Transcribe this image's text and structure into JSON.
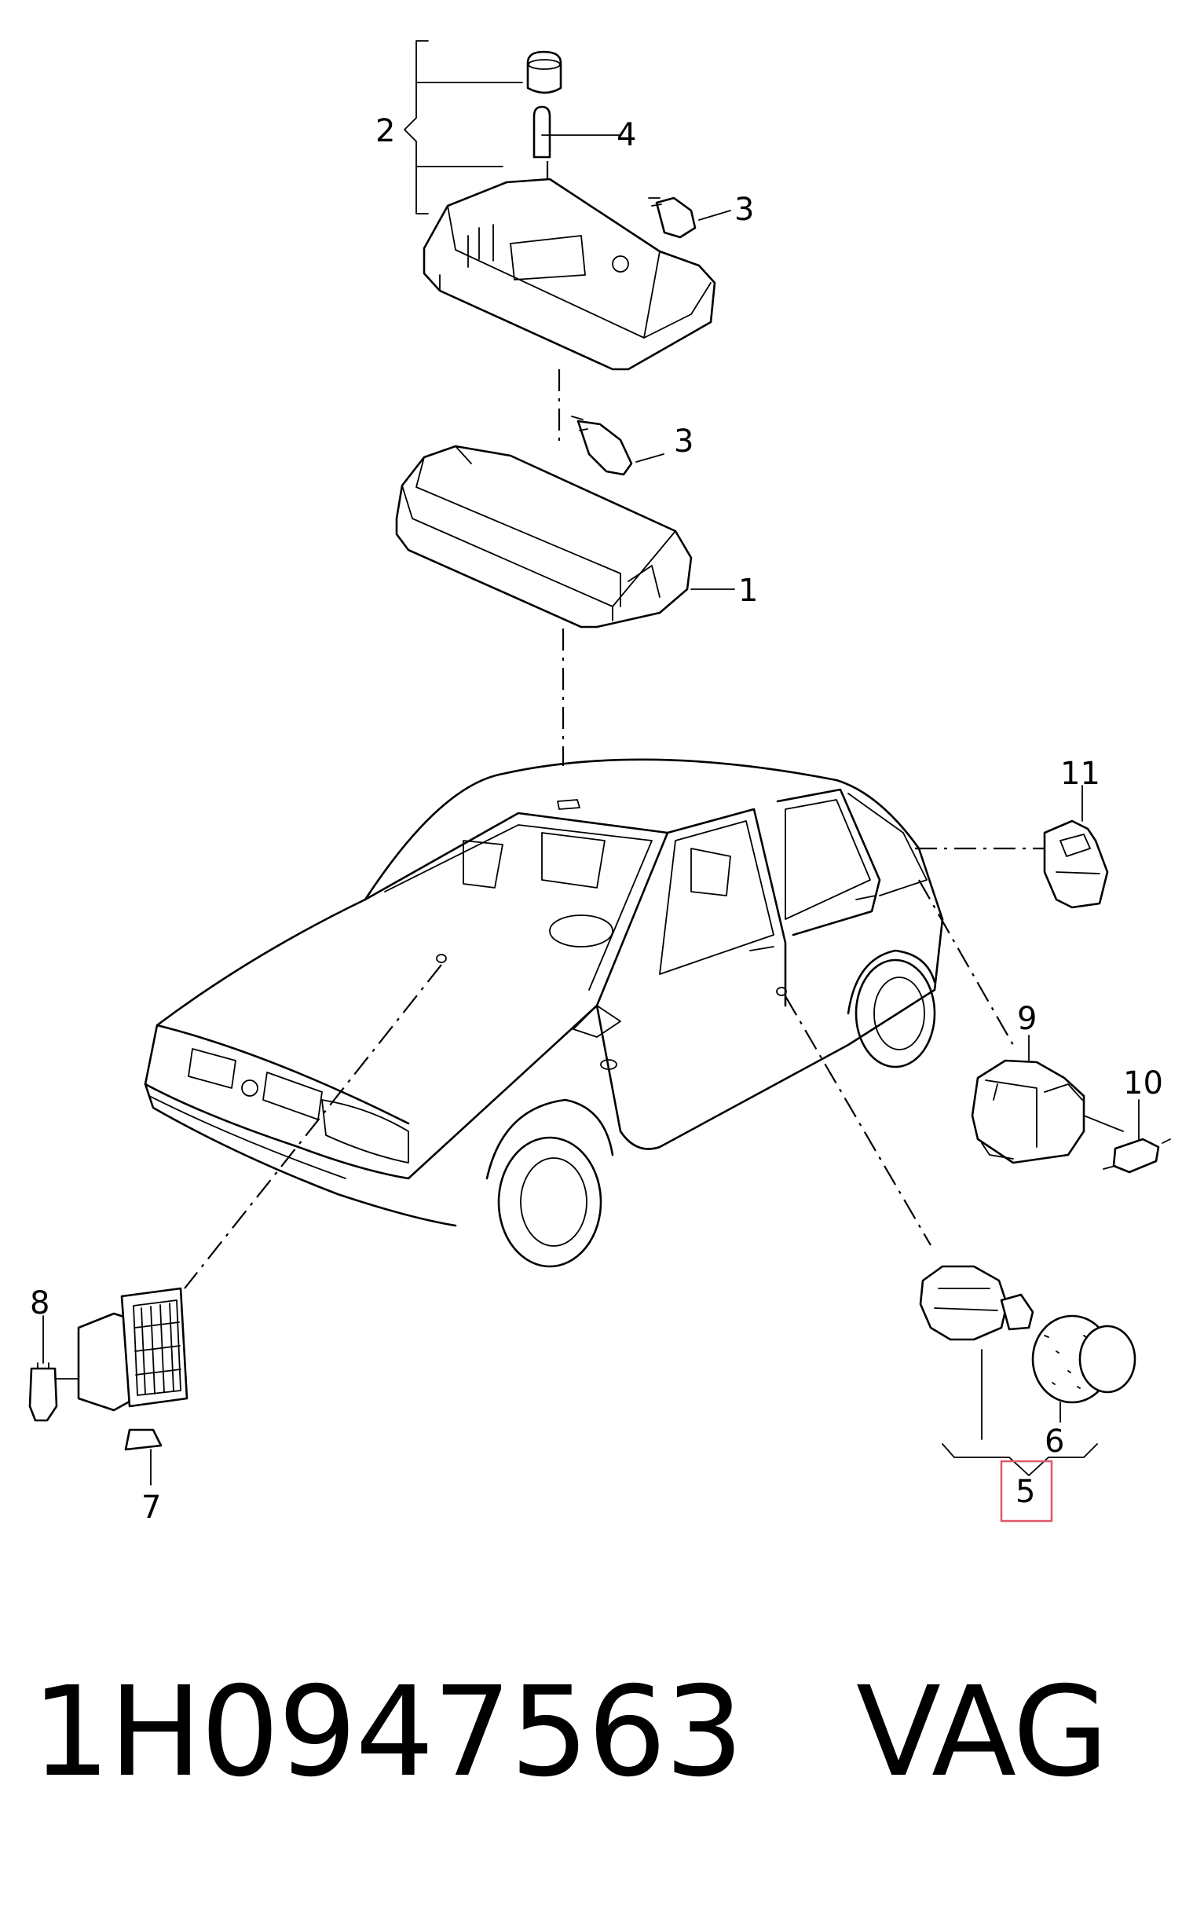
{
  "diagram": {
    "callouts": {
      "n1": "1",
      "n2": "2",
      "n3a": "3",
      "n3b": "3",
      "n4": "4",
      "n5": "5",
      "n6": "6",
      "n7": "7",
      "n8": "8",
      "n9": "9",
      "n10": "10",
      "n11": "11"
    },
    "highlight_color": "#e0576a"
  },
  "footer": {
    "part_number": "1H0947563",
    "brand": "VAG"
  }
}
